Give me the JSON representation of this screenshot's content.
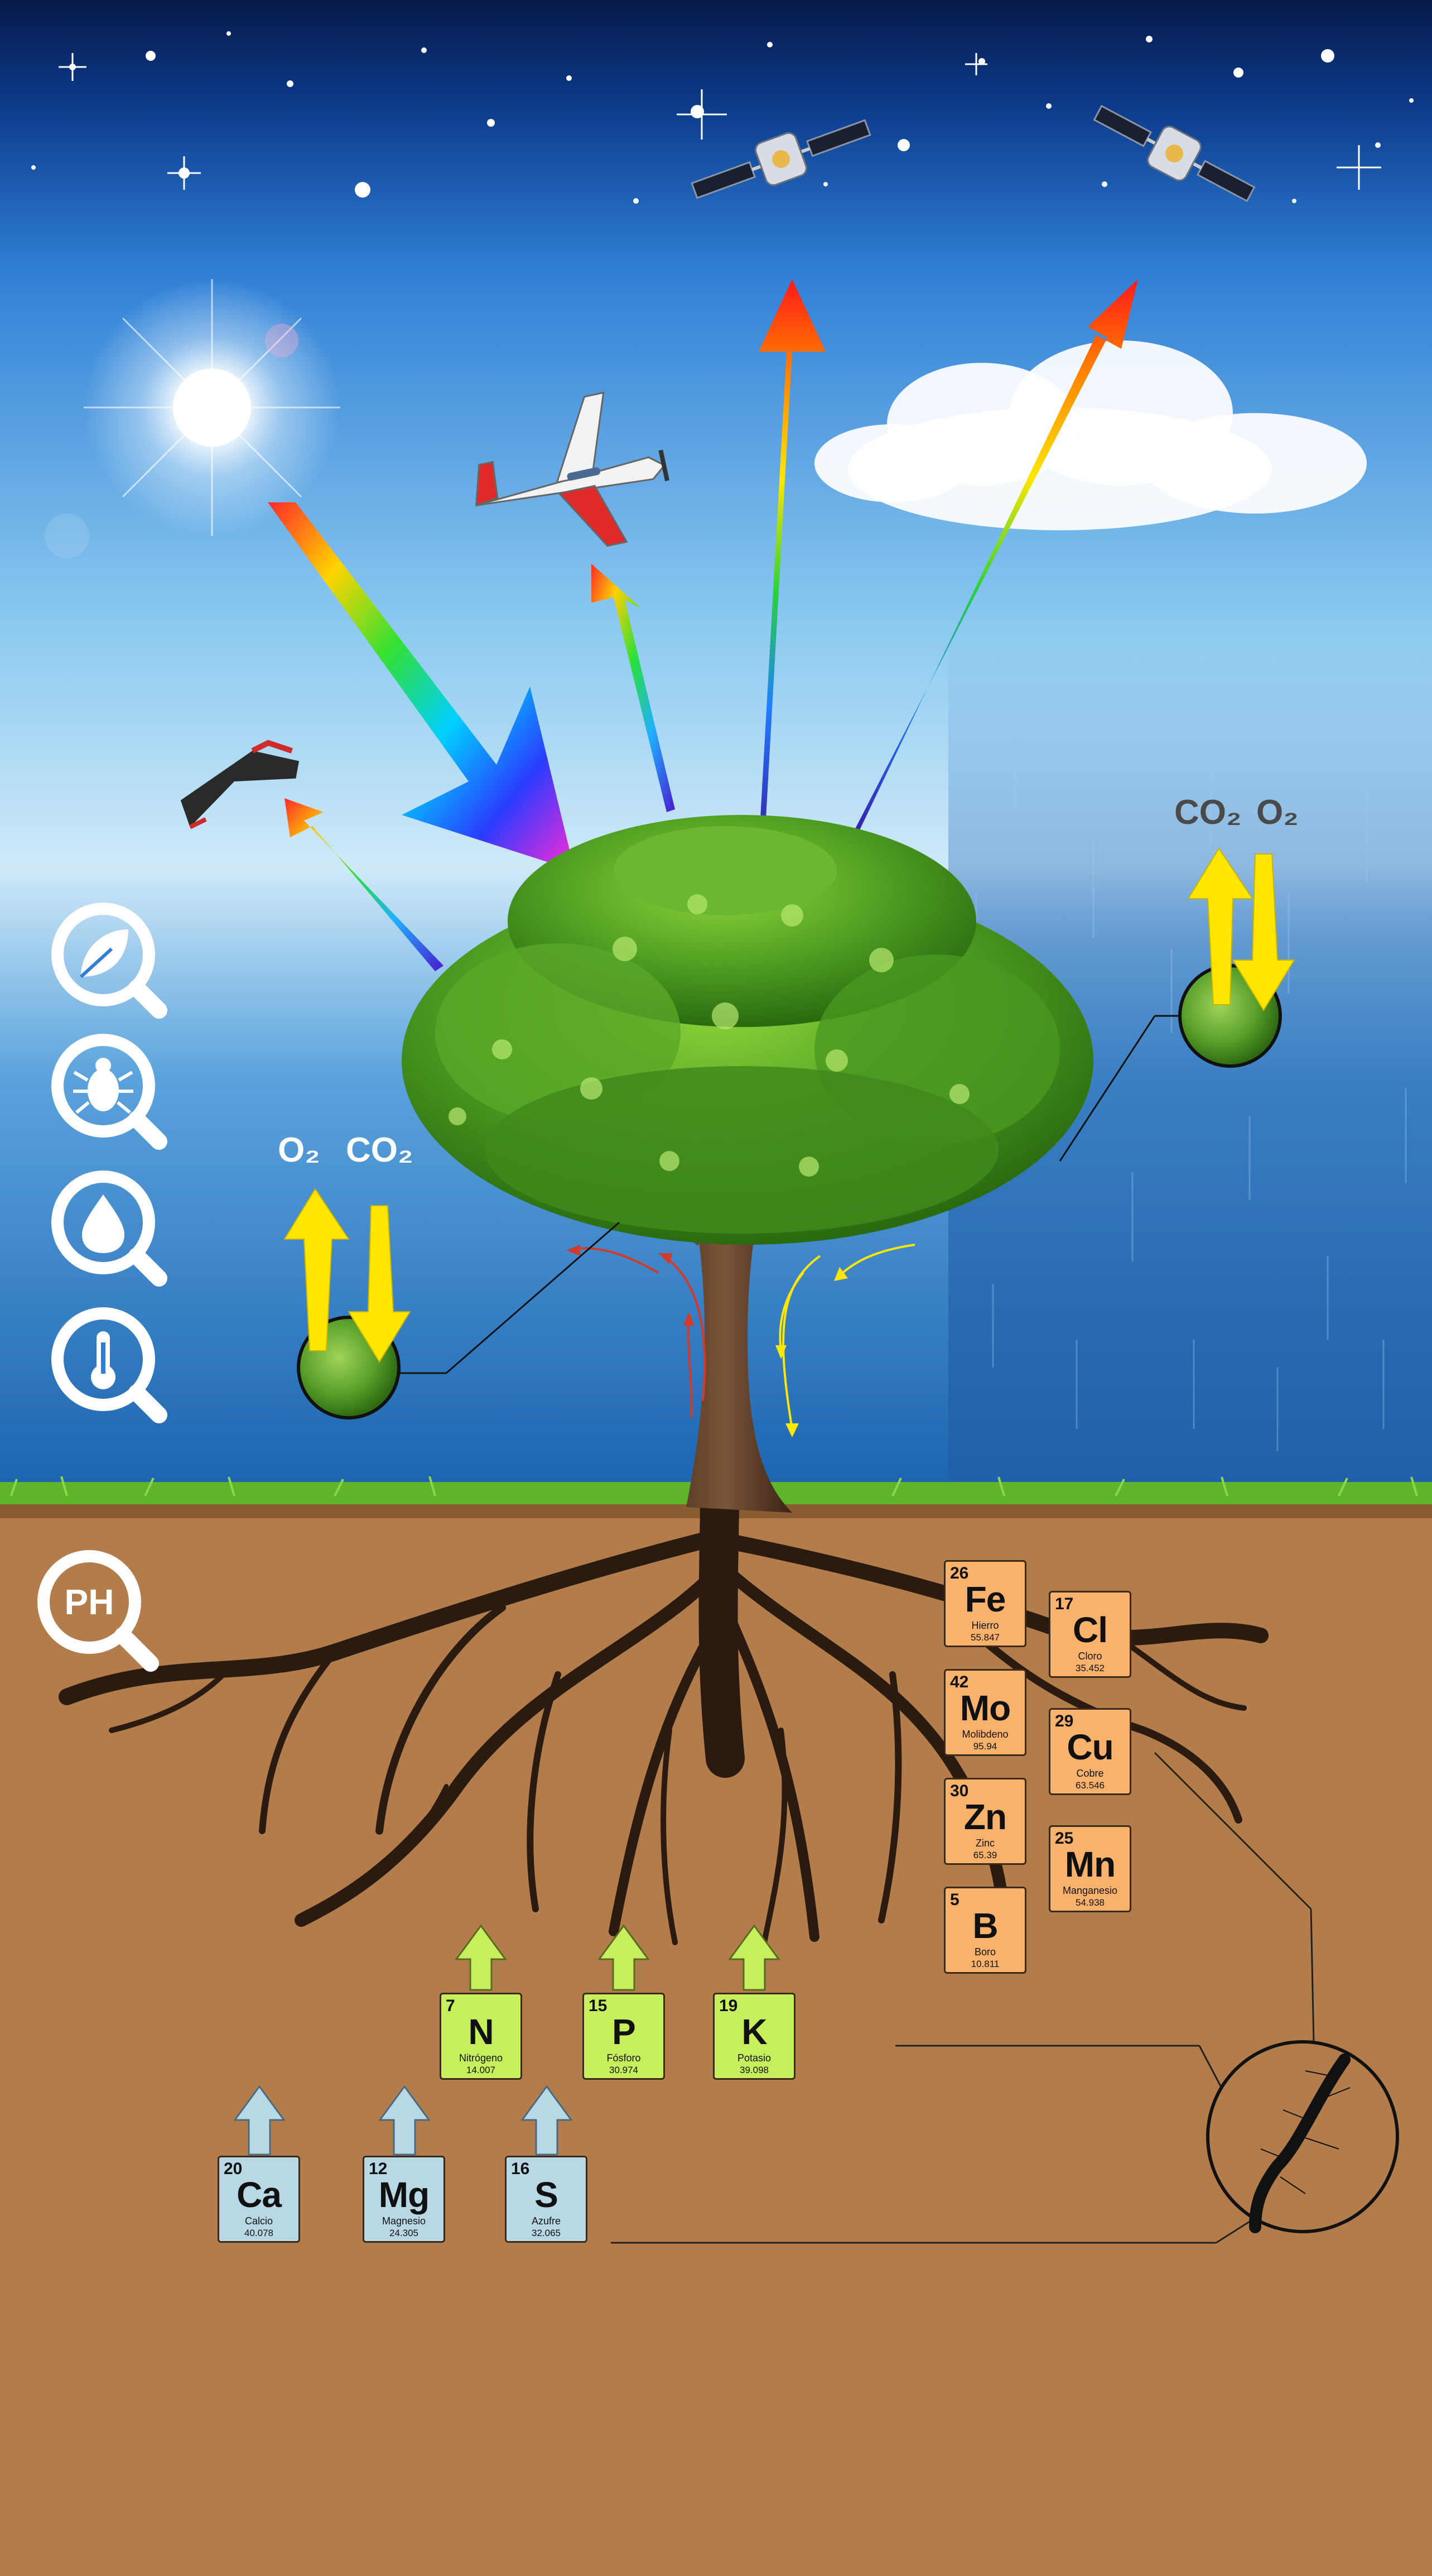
{
  "gases_left": {
    "o2": "O₂",
    "co2": "CO₂"
  },
  "gases_right": {
    "co2": "CO₂",
    "o2": "O₂"
  },
  "icons": [
    "leaf-search-icon",
    "bug-search-icon",
    "water-drop-search-icon",
    "thermometer-search-icon",
    "ph-search-icon"
  ],
  "ph_label": "PH",
  "colors": {
    "sky_top": "#071a4a",
    "sky_mid": "#2f7fd6",
    "horizon": "#cfe9f8",
    "soil": "#b27d4b",
    "grass": "#5fb52a",
    "root": "#2a1a10",
    "micro": "#f9b26b",
    "macro_primary": "#c7ee5b",
    "macro_secondary": "#b8d8e6"
  },
  "micronutrients": [
    {
      "number": "26",
      "symbol": "Fe",
      "name": "Hierro",
      "mass": "55.847"
    },
    {
      "number": "17",
      "symbol": "Cl",
      "name": "Cloro",
      "mass": "35.452"
    },
    {
      "number": "42",
      "symbol": "Mo",
      "name": "Molibdeno",
      "mass": "95.94"
    },
    {
      "number": "29",
      "symbol": "Cu",
      "name": "Cobre",
      "mass": "63.546"
    },
    {
      "number": "30",
      "symbol": "Zn",
      "name": "Zinc",
      "mass": "65.39"
    },
    {
      "number": "25",
      "symbol": "Mn",
      "name": "Manganesio",
      "mass": "54.938"
    },
    {
      "number": "5",
      "symbol": "B",
      "name": "Boro",
      "mass": "10.811"
    }
  ],
  "primary_macronutrients": [
    {
      "number": "7",
      "symbol": "N",
      "name": "Nitrógeno",
      "mass": "14.007"
    },
    {
      "number": "15",
      "symbol": "P",
      "name": "Fósforo",
      "mass": "30.974"
    },
    {
      "number": "19",
      "symbol": "K",
      "name": "Potasio",
      "mass": "39.098"
    }
  ],
  "secondary_macronutrients": [
    {
      "number": "20",
      "symbol": "Ca",
      "name": "Calcio",
      "mass": "40.078"
    },
    {
      "number": "12",
      "symbol": "Mg",
      "name": "Magnesio",
      "mass": "24.305"
    },
    {
      "number": "16",
      "symbol": "S",
      "name": "Azufre",
      "mass": "32.065"
    }
  ]
}
